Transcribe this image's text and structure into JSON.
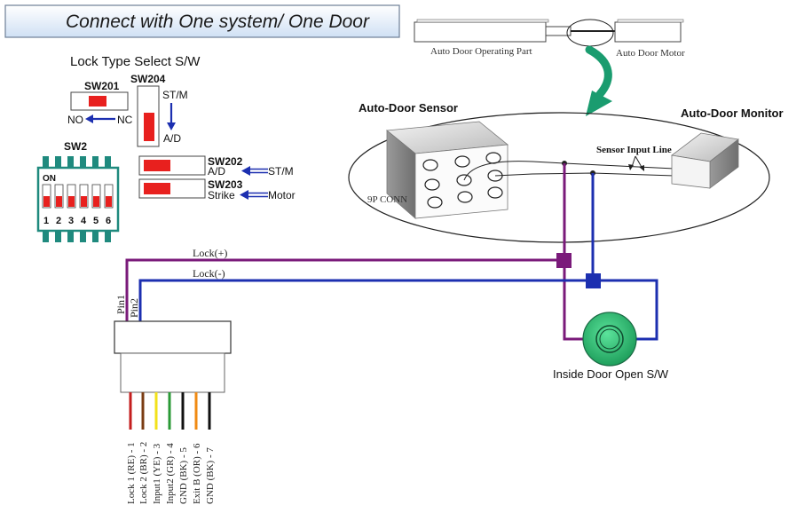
{
  "title": "Connect with One system/ One Door",
  "lock_type": {
    "heading": "Lock Type Select S/W",
    "sw201": "SW201",
    "sw204": "SW204",
    "sw2": "SW2",
    "sw202": "SW202",
    "sw203": "SW203",
    "no": "NO",
    "nc": "NC",
    "st_m_vertical": "ST/M",
    "ad_vertical": "A/D",
    "ad": "A/D",
    "st_m": "ST/M",
    "strike": "Strike",
    "motor": "Motor",
    "on": "ON",
    "dip_numbers": [
      "1",
      "2",
      "3",
      "4",
      "5",
      "6"
    ]
  },
  "auto_door": {
    "operating_part": "Auto Door Operating Part",
    "motor": "Auto Door Motor",
    "sensor": "Auto-Door Sensor",
    "monitor": "Auto-Door Monitor",
    "sensor_input_line": "Sensor Input Line",
    "conn": "9P CONN"
  },
  "wiring": {
    "lock_plus": "Lock(+)",
    "lock_minus": "Lock(-)",
    "pin1": "Pin1",
    "pin2": "Pin2",
    "inside_switch": "Inside Door Open S/W",
    "wire_labels": [
      "Lock 1 (RE) - 1",
      "Lock 2 (BR) - 2",
      "Input1 (YE) - 3",
      "Input2 (GR) - 4",
      "GND (BK) - 5",
      "Exit B (OR) - 6",
      "GND (BK) - 7"
    ]
  },
  "colors": {
    "purple": "#7a1a7a",
    "blue": "#1c2fb0",
    "red_switch": "#e8201e",
    "teal": "#1f8a7e",
    "green_button": "#2ec27a",
    "wire_colors": [
      "#c41e1e",
      "#7a3b12",
      "#f2e11a",
      "#2a9a36",
      "#111111",
      "#f08a12",
      "#111111"
    ]
  }
}
